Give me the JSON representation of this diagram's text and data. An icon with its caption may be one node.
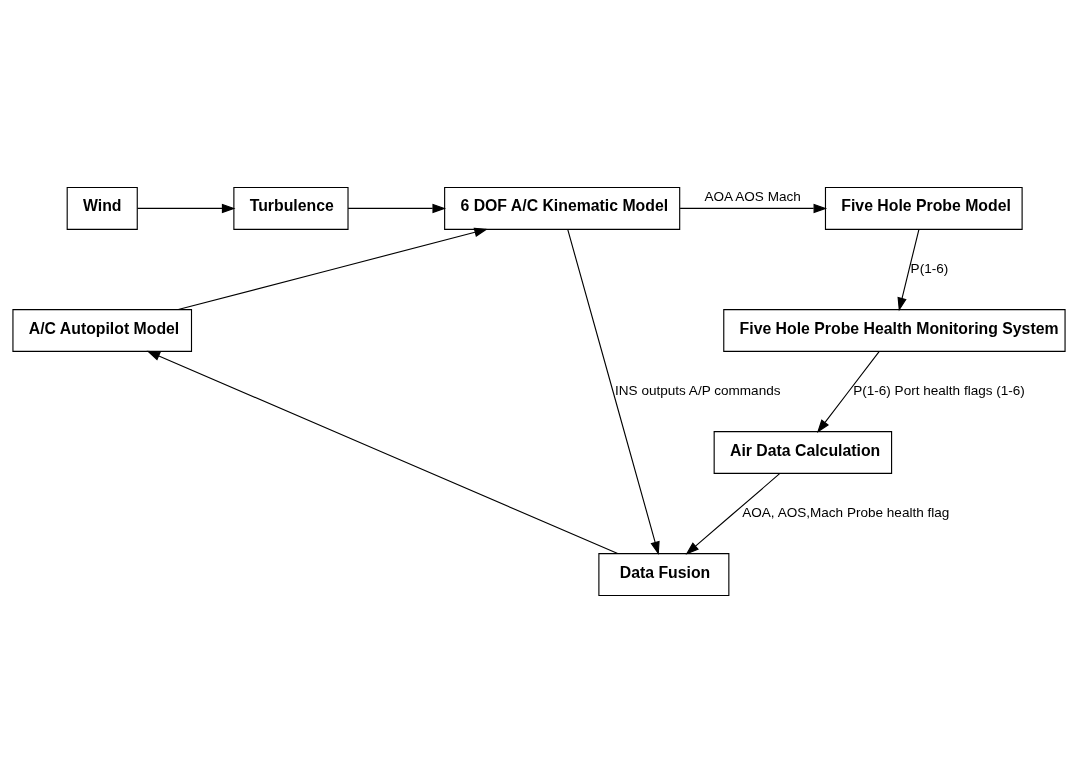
{
  "diagram": {
    "nodes": [
      {
        "text": [
          "Wind"
        ]
      },
      {
        "text": [
          "Turbulence"
        ]
      },
      {
        "text": [
          "6 DOF A/C Kinematic Model"
        ]
      },
      {
        "text": [
          "A/C Autopilot Model"
        ]
      },
      {
        "text": [
          "Five Hole Probe Model"
        ]
      },
      {
        "text": [
          "Five Hole Probe Health Monitoring System"
        ]
      },
      {
        "text": [
          "Air Data Calculation"
        ]
      },
      {
        "text": [
          "Data Fusion"
        ]
      }
    ],
    "edges": [
      {
        "from": 0,
        "to": 1,
        "arrow": "to"
      },
      {
        "from": 1,
        "to": 2,
        "arrow": "to"
      },
      {
        "from": 3,
        "to": 2,
        "arrow": "to"
      },
      {
        "from": 2,
        "to": 4,
        "arrow": "to",
        "label": "AOA AOS Mach"
      },
      {
        "from": 4,
        "to": 5,
        "arrow": "to",
        "label": "P(1-6)"
      },
      {
        "from": 5,
        "to": 6,
        "arrow": "to",
        "label": "P(1-6) Port health flags (1-6)"
      },
      {
        "from": 6,
        "to": 7,
        "arrow": "to",
        "label": "AOA, AOS,Mach Probe health flag"
      },
      {
        "from": 2,
        "to": 7,
        "arrow": "to",
        "label": "INS outputs A/P commands"
      },
      {
        "from": 7,
        "to": 3,
        "arrow": "to"
      }
    ]
  }
}
